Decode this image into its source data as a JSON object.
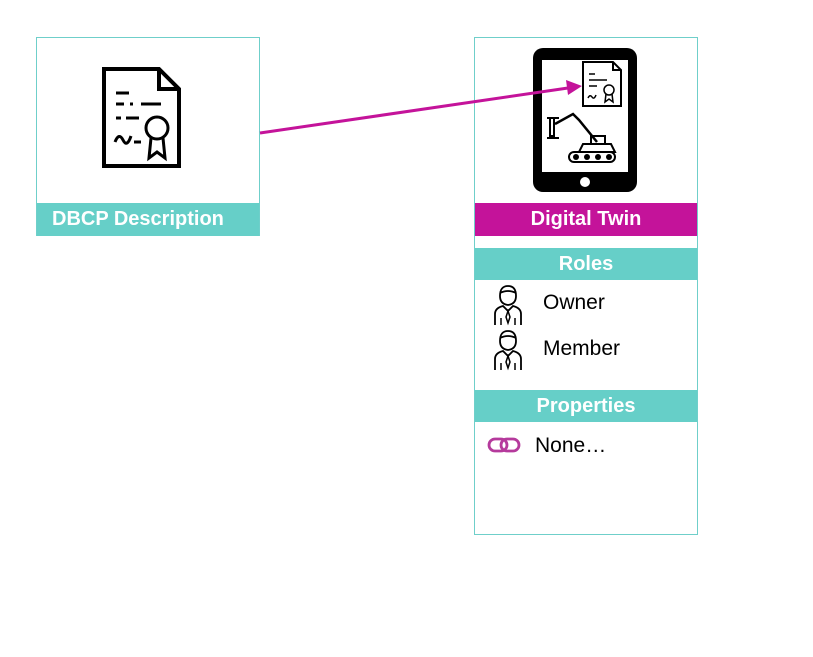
{
  "dbcp": {
    "label": "DBCP Description",
    "icon": "certificate-document-icon"
  },
  "digital_twin": {
    "label": "Digital Twin",
    "icon": "tablet-with-certificate-and-crane-icon",
    "roles": {
      "title": "Roles",
      "items": [
        {
          "label": "Owner",
          "icon": "person-icon"
        },
        {
          "label": "Member",
          "icon": "person-icon"
        }
      ]
    },
    "properties": {
      "title": "Properties",
      "items": [
        {
          "label": "None…",
          "icon": "link-icon"
        }
      ]
    }
  },
  "colors": {
    "teal": "#66cfc8",
    "magenta": "#c4139a",
    "border": "#6fcfca"
  },
  "connector": {
    "from": "DBCP Description",
    "to": "Digital Twin",
    "type": "arrow"
  }
}
